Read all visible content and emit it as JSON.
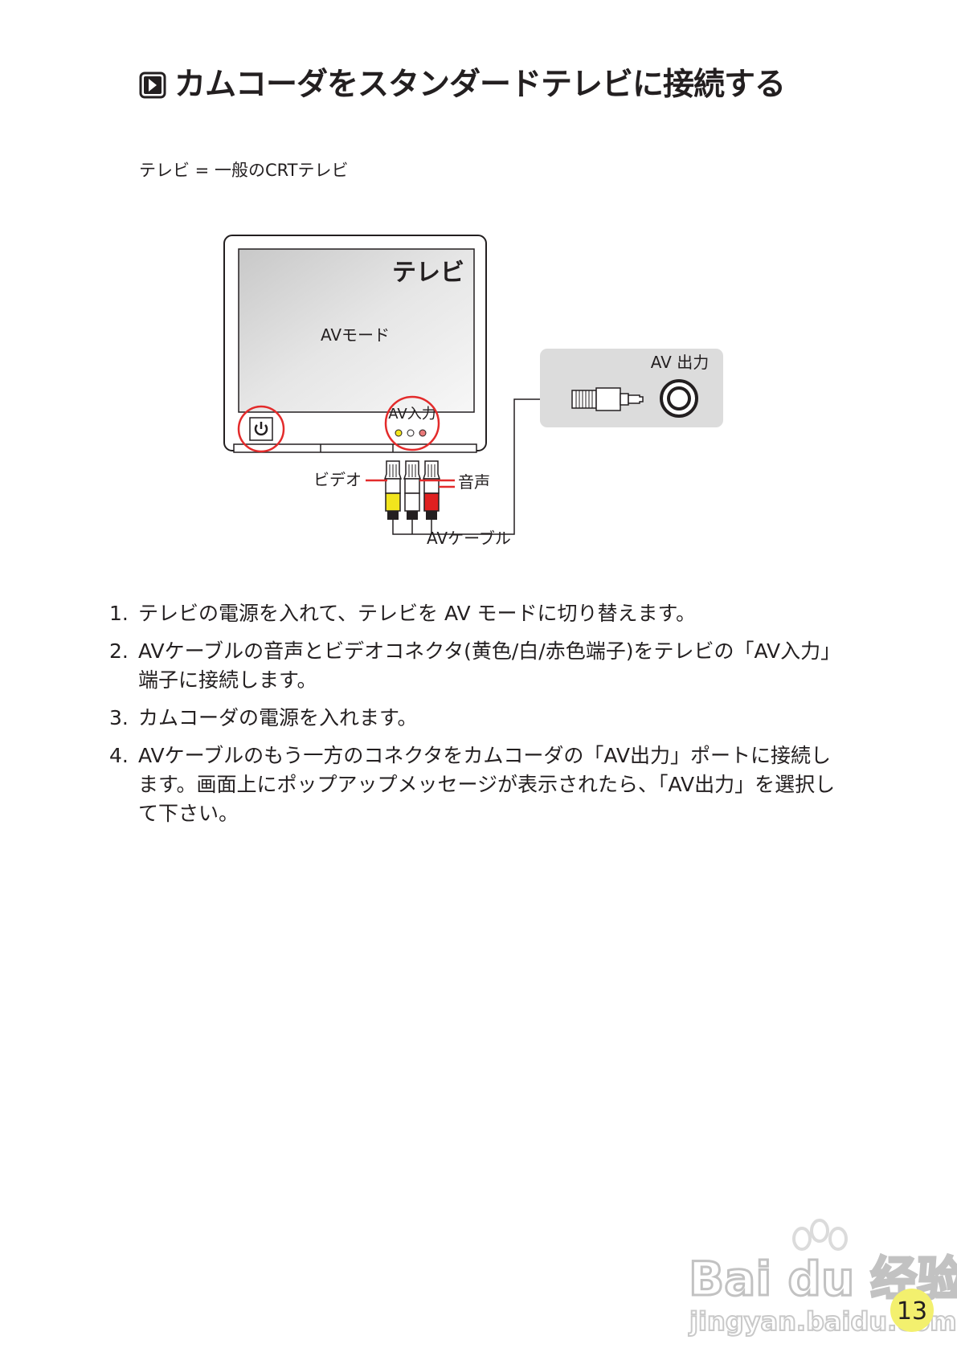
{
  "heading": {
    "icon": "chevron-right-icon",
    "title": "カムコーダをスタンダードテレビに接続する"
  },
  "note": "テレビ = 一般のCRTテレビ",
  "diagram": {
    "tv_title": "テレビ",
    "screen_mode": "AVモード",
    "av_input": "AV入力",
    "video": "ビデオ",
    "audio": "音声",
    "cable": "AVケーブル",
    "av_output": "AV 出力",
    "power_icon": "power-icon",
    "colors": {
      "video_plug": "#f2e51d",
      "white_plug": "#ffffff",
      "audio_plug": "#e02020",
      "highlight_ring": "#e32b2b",
      "camcorder_panel": "#dcdcdc"
    }
  },
  "steps": [
    {
      "num": "1.",
      "text": "テレビの電源を入れて、テレビを AV モードに切り替えます。"
    },
    {
      "num": "2.",
      "text": "AVケーブルの音声とビデオコネクタ(黄色/白/赤色端子)をテレビの「AV入力」端子に接続します。"
    },
    {
      "num": "3.",
      "text": "カムコーダの電源を入れます。"
    },
    {
      "num": "4.",
      "text": "AVケーブルのもう一方のコネクタをカムコーダの「AV出力」ポートに接続します。画面上にポップアップメッセージが表示されたら、「AV出力」を選択して下さい。"
    }
  ],
  "watermark": {
    "brand": "Bai du 经验",
    "url": "jingyan.baidu.com"
  },
  "page_number": "13"
}
